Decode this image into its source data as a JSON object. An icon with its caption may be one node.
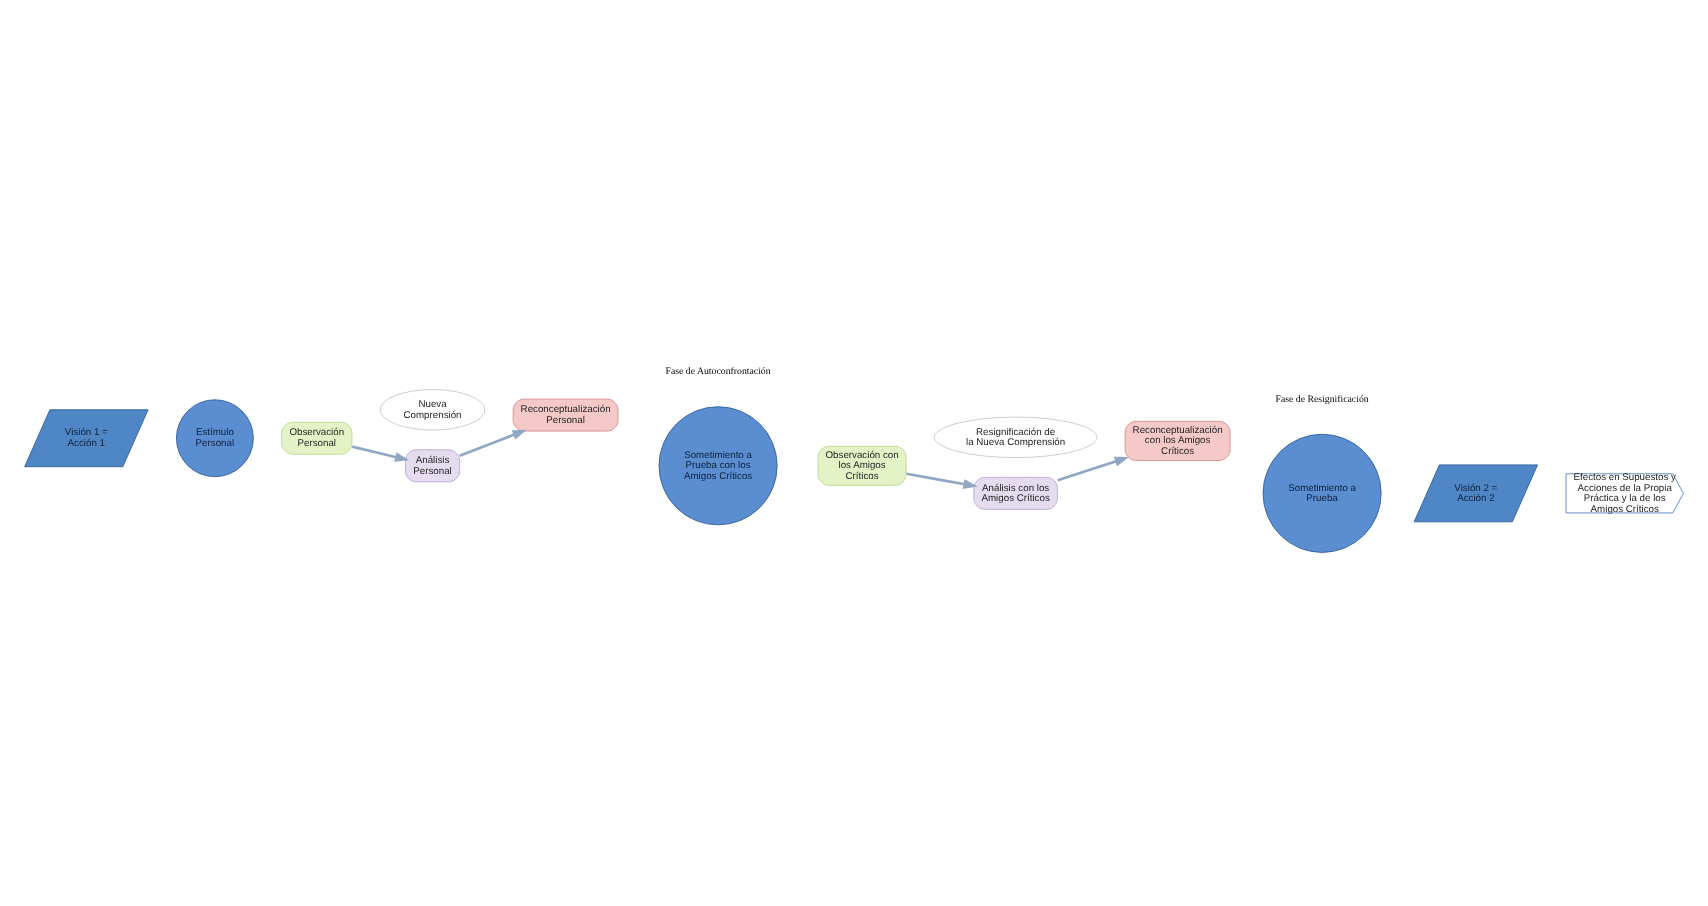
{
  "diagram": {
    "nodes": [
      {
        "text": [
          "Observación Personal"
        ]
      },
      {
        "text": [
          "Análisis Personal"
        ]
      },
      {
        "text": [
          "Nueva Comprensión"
        ]
      },
      {
        "text": [
          "Reconceptualización Personal"
        ]
      },
      {
        "text": [
          "Visión 1 = Acción 1"
        ]
      },
      {
        "text": [
          "Estímulo Personal"
        ]
      },
      {
        "text": [
          "Sometimiento a Prueba con los Amigos Críticos"
        ]
      },
      {
        "text": [
          "Observación con los Amigos Críticos"
        ]
      },
      {
        "text": [
          "Análisis con los Amigos Críticos"
        ]
      },
      {
        "text": [
          "Resignificación de la Nueva Comprensión"
        ]
      },
      {
        "text": [
          "Reconceptualización con los Amigos Críticos"
        ]
      },
      {
        "text": [
          "Sometimiento a Prueba"
        ]
      },
      {
        "text": [
          "Visión 2 = Acción 2"
        ]
      },
      {
        "text": [
          "Efectos en Supuestos y Acciones de la Propia Práctica y la de los Amigos Críticos"
        ]
      }
    ],
    "edges": [
      {
        "from": 0,
        "to": 1,
        "arrow": "to"
      },
      {
        "from": 1,
        "to": 3,
        "arrow": "to"
      },
      {
        "from": 7,
        "to": 8,
        "arrow": "to"
      },
      {
        "from": 8,
        "to": 10,
        "arrow": "to"
      }
    ],
    "labels": [
      "Fase de Autoconfrontación",
      "Fase de Resignificación"
    ]
  }
}
